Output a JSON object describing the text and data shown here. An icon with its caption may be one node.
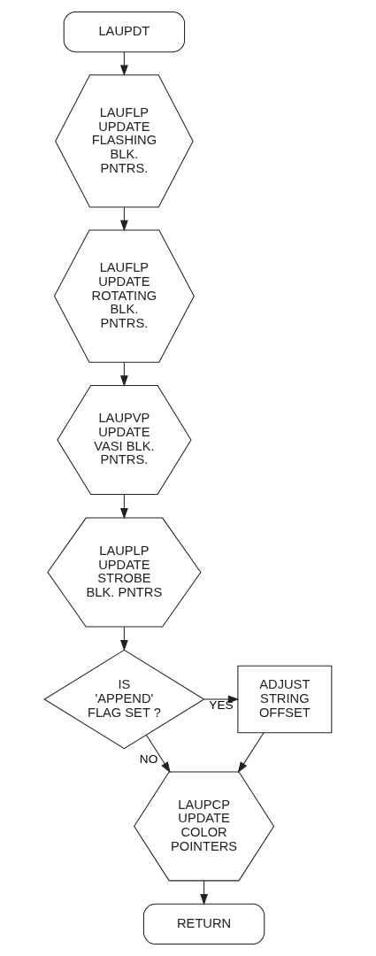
{
  "diagram": {
    "nodes": [
      {
        "text": [
          "LAUPDT"
        ]
      },
      {
        "text": [
          "LAUFLP",
          "UPDATE FLASHING BLK. PNTRS."
        ]
      },
      {
        "text": [
          "LAUFLP",
          "UPDATE ROTATING BLK. PNTRS."
        ]
      },
      {
        "text": [
          "LAUPVP",
          "UPDATE VASI BLK. PNTRS."
        ]
      },
      {
        "text": [
          "LAUPLP",
          "UPDATE STROBE BLK. PNTRS"
        ]
      },
      {
        "text": [
          "IS 'APPEND' FLAG SET ?"
        ]
      },
      {
        "text": [
          "ADJUST STRING OFFSET"
        ]
      },
      {
        "text": [
          "LAUPCP",
          "UPDATE COLOR POINTERS"
        ]
      },
      {
        "text": [
          "RETURN"
        ]
      }
    ],
    "edges": [
      {
        "from": 0,
        "to": 1,
        "arrow": "to"
      },
      {
        "from": 1,
        "to": 2,
        "arrow": "to"
      },
      {
        "from": 2,
        "to": 3,
        "arrow": "to"
      },
      {
        "from": 3,
        "to": 4,
        "arrow": "to"
      },
      {
        "from": 4,
        "to": 5,
        "arrow": "to"
      },
      {
        "from": 5,
        "to": 6,
        "label": "YES",
        "arrow": "to"
      },
      {
        "from": 5,
        "to": 7,
        "label": "NO",
        "arrow": "to"
      },
      {
        "from": 6,
        "to": 7,
        "arrow": "to"
      },
      {
        "from": 7,
        "to": 8,
        "arrow": "to"
      }
    ]
  }
}
